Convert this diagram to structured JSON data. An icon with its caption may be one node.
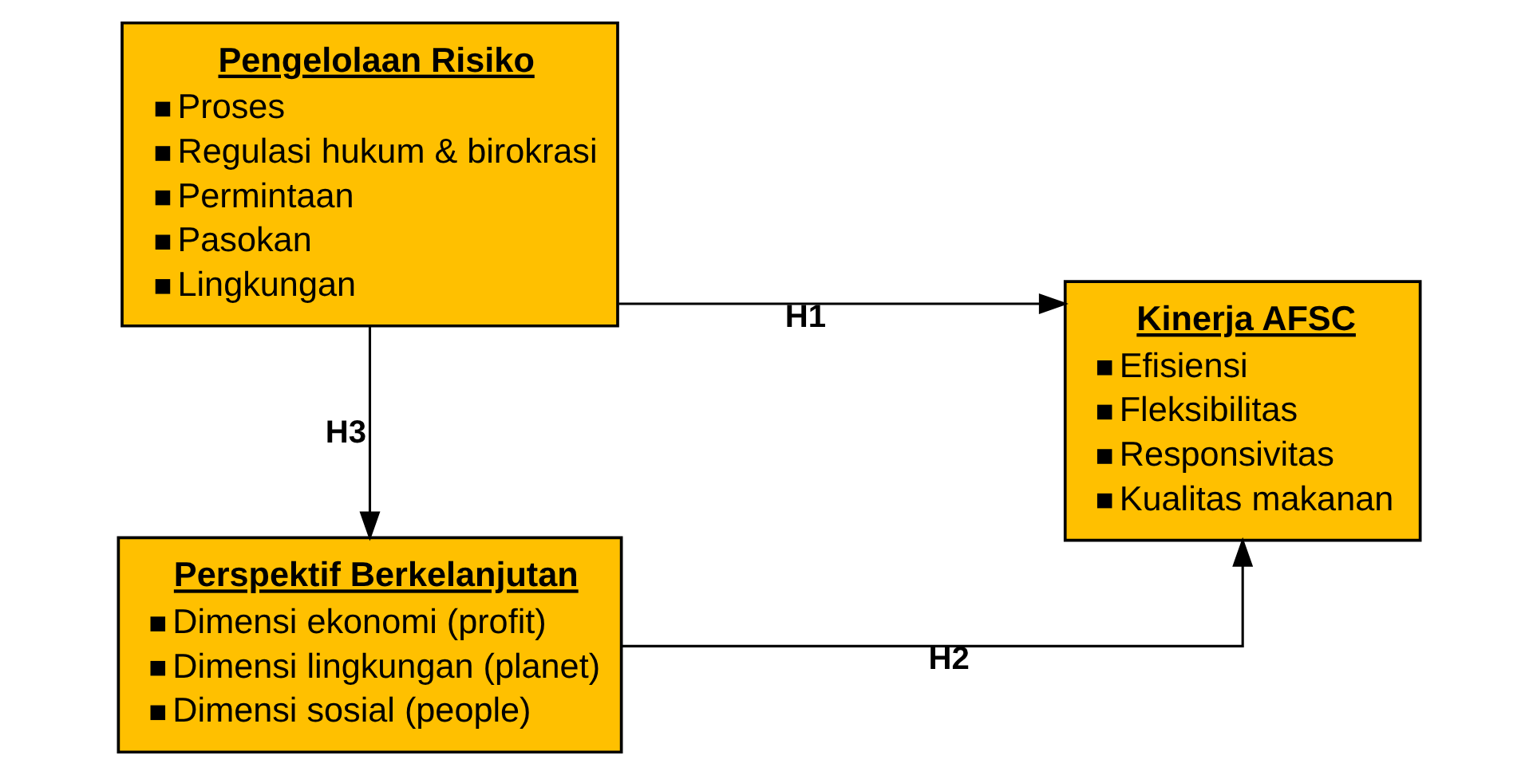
{
  "diagram": {
    "nodes": [
      {
        "text": [
          "Pengelolaan Risiko",
          "Proses",
          "Regulasi hukum & birokrasi",
          "Permintaan",
          "Pasokan",
          "Lingkungan"
        ]
      },
      {
        "text": [
          "Perspektif Berkelanjutan",
          "Dimensi ekonomi (profit)",
          "Dimensi lingkungan (planet)",
          "Dimensi sosial (people)"
        ]
      },
      {
        "text": [
          "Kinerja AFSC",
          "Efisiensi",
          "Fleksibilitas",
          "Responsivitas",
          "Kualitas makanan"
        ]
      }
    ],
    "edges": [
      {
        "from": 0,
        "to": 2,
        "arrow": "to",
        "label": "H1"
      },
      {
        "from": 0,
        "to": 1,
        "arrow": "to",
        "label": "H3"
      },
      {
        "from": 1,
        "to": 2,
        "arrow": "to",
        "label": "H2"
      }
    ]
  }
}
